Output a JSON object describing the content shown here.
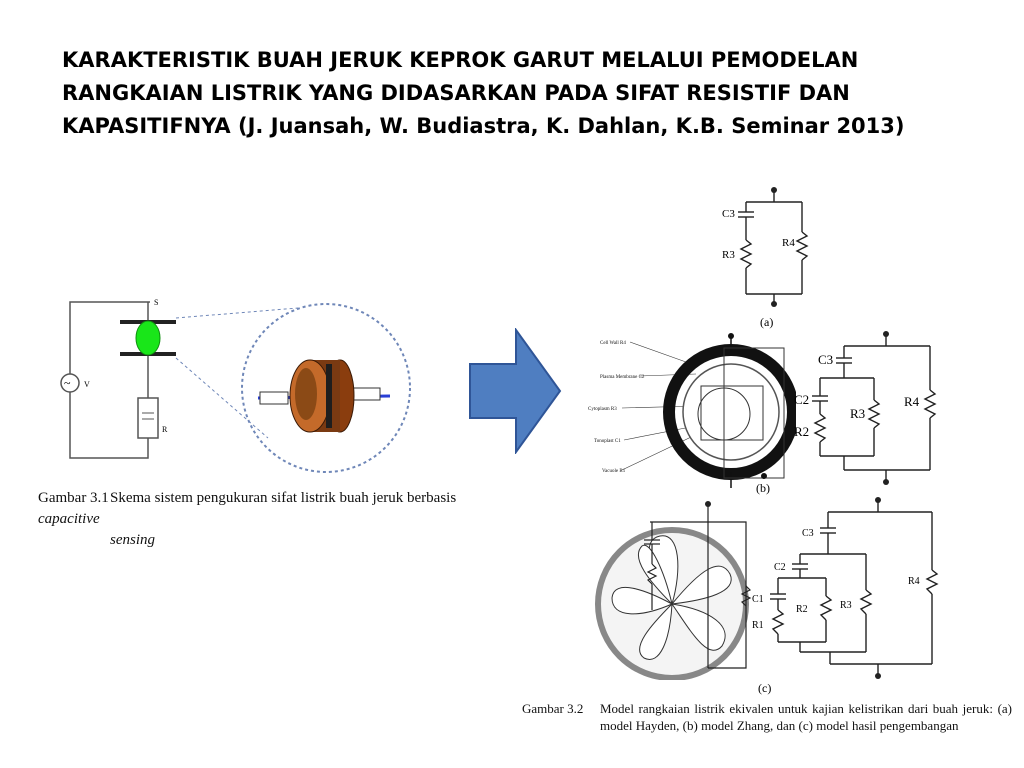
{
  "slide": {
    "title_lines": [
      "KARAKTERISTIK BUAH JERUK KEPROK GARUT MELALUI PEMODELAN",
      "RANGKAIAN LISTRIK YANG DIDASARKAN PADA SIFAT RESISTIF DAN",
      "KAPASITIFNYA (J. Juansah, W. Budiastra, K. Dahlan, K.B. Seminar 2013)"
    ]
  },
  "figure1": {
    "caption_label": "Gambar 3.1",
    "caption_text": "Skema sistem pengukuran sifat listrik buah jeruk berbasis ",
    "caption_italic_1": "capacitive",
    "caption_italic_2": "sensing",
    "diagram_labels": {
      "source": "~",
      "volt": "V",
      "sensor": "S",
      "meter": "R"
    }
  },
  "figure2": {
    "caption_label": "Gambar 3.2",
    "caption_text": "Model rangkaian listrik ekivalen untuk kajian kelistrikan dari buah jeruk: (a) model Hayden, (b) model Zhang, dan (c) model hasil pengembangan",
    "panel_a": {
      "tag": "(a)",
      "labels": [
        "C3",
        "R3",
        "R4"
      ]
    },
    "panel_b": {
      "tag": "(b)",
      "cell_labels": [
        "Cell Wall R4",
        "Plasma Membrane C2",
        "Cytoplasm R3",
        "Tonoplast C1",
        "Vacuole R1"
      ],
      "circuit_labels": [
        "C3",
        "C2",
        "R2",
        "R3",
        "R4"
      ]
    },
    "panel_c": {
      "tag": "(c)",
      "labels": [
        "C3",
        "C2",
        "C1",
        "R1",
        "R2",
        "R3",
        "R4"
      ]
    }
  },
  "colors": {
    "arrow_fill": "#4f7ec1",
    "arrow_stroke": "#2f5597",
    "fruit_green": "#19e619",
    "sensor_brown": "#7a3a12",
    "probe_blue": "#2a3fd6",
    "dotted_circle": "#6f87b8"
  }
}
